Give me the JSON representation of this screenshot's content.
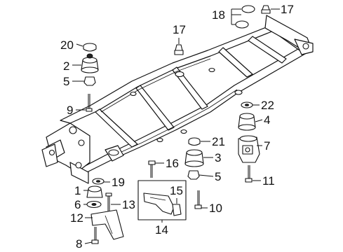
{
  "callouts": {
    "c1": "1",
    "c2": "2",
    "c3": "3",
    "c4": "4",
    "c5a": "5",
    "c5b": "5",
    "c6": "6",
    "c7": "7",
    "c8": "8",
    "c9": "9",
    "c10": "10",
    "c11": "11",
    "c12": "12",
    "c13": "13",
    "c14": "14",
    "c15": "15",
    "c16": "16",
    "c17a": "17",
    "c17b": "17",
    "c18": "18",
    "c19": "19",
    "c20": "20",
    "c21": "21",
    "c22": "22"
  },
  "colors": {
    "line": "#111111",
    "background": "#ffffff"
  }
}
